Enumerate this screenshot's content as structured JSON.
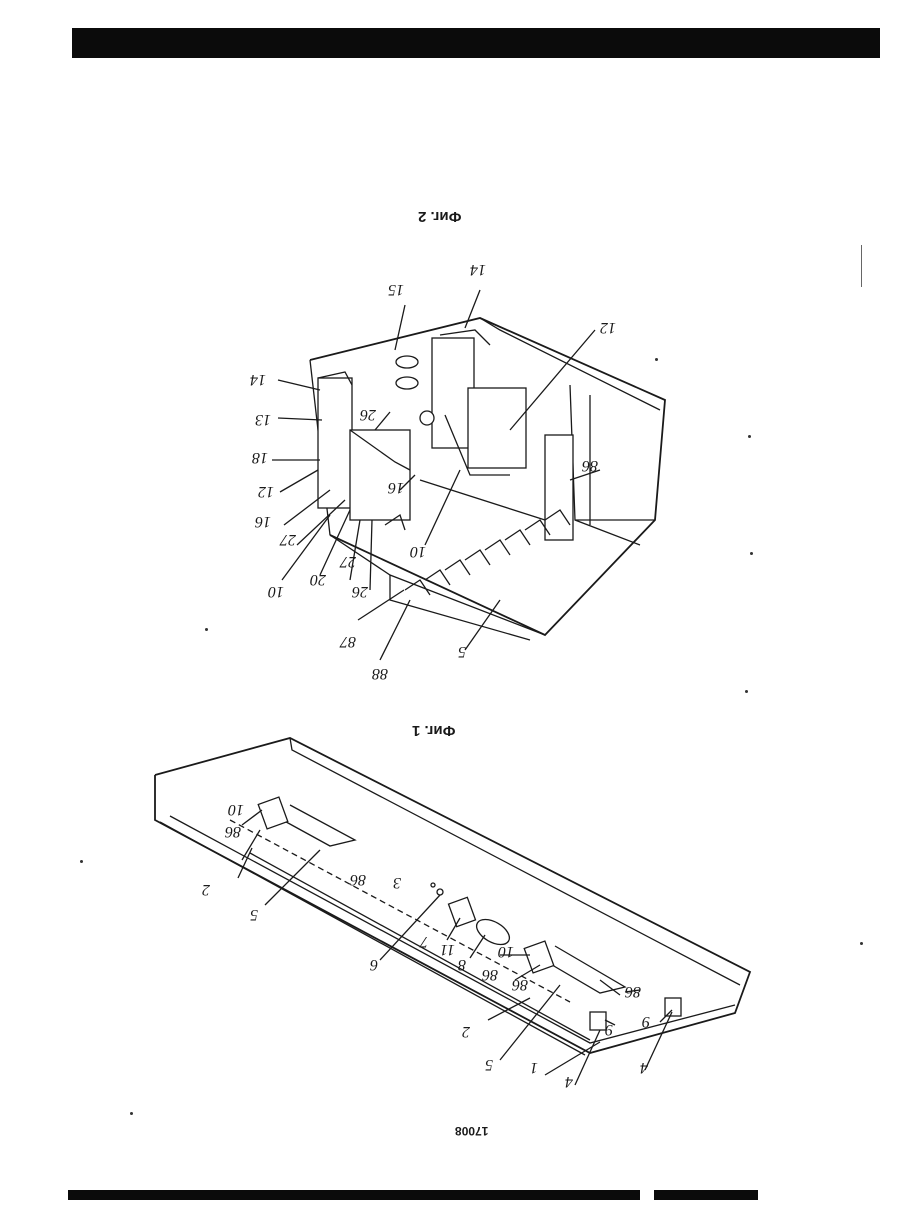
{
  "page": {
    "doc_number": "17008",
    "figures": [
      {
        "caption": "Фиг. 1",
        "labels": [
          "1",
          "2",
          "2",
          "3",
          "4",
          "4",
          "5",
          "5",
          "6",
          "7",
          "8",
          "9",
          "9",
          "10",
          "10",
          "11",
          "86",
          "86",
          "86",
          "86",
          "86"
        ]
      },
      {
        "caption": "Фиг. 2",
        "labels": [
          "5",
          "10",
          "10",
          "12",
          "12",
          "13",
          "14",
          "14",
          "15",
          "16",
          "16",
          "18",
          "20",
          "26",
          "26",
          "27",
          "27",
          "86",
          "87",
          "88"
        ]
      }
    ]
  }
}
